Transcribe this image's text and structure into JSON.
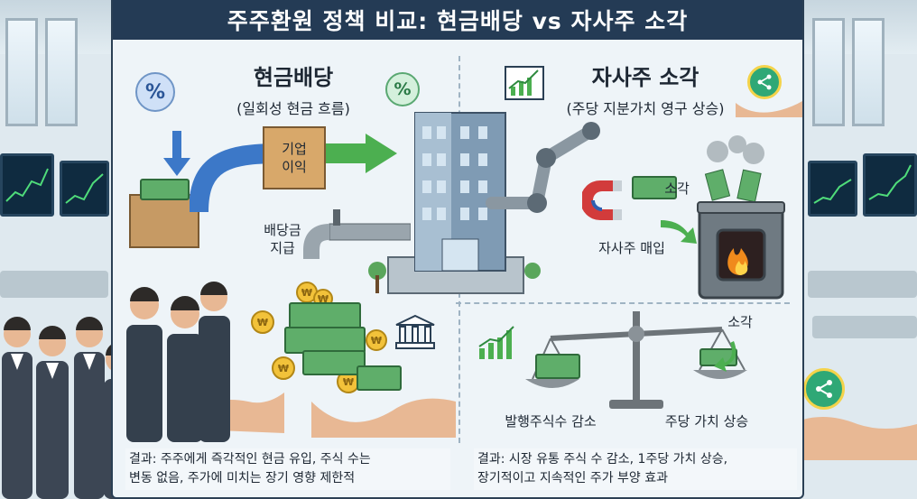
{
  "title": "주주환원 정책 비교: 현금배당 vs 자사주 소각",
  "left": {
    "heading": "현금배당",
    "subheading": "(일회성 현금 흐름)",
    "profit_label_line1": "기업",
    "profit_label_line2": "이익",
    "dividend_label_line1": "배당금",
    "dividend_label_line2": "지급",
    "result_line1": "결과: 주주에게 즉각적인 현금 유입, 주식 수는",
    "result_line2": "변동 없음, 주가에 미치는 장기 영향 제한적"
  },
  "right": {
    "heading": "자사주 소각",
    "subheading": "(주당 지분가치 영구 상승)",
    "burn_label": "소각",
    "buyback_label": "자사주 매입",
    "burn_label_2": "소각",
    "shares_decrease_label": "발행주식수 감소",
    "value_up_label": "주당 가치 상승",
    "result_line1": "결과: 시장 유통 주식 수 감소, 1주당 가치 상승,",
    "result_line2": "장기적이고 지속적인 주가 부양 효과"
  },
  "icons": {
    "percent_symbol": "%",
    "coin_symbol": "₩",
    "share_symbol": "⋖"
  },
  "colors": {
    "title_bg": "#243b55",
    "arrow_blue": "#3c78c8",
    "arrow_green": "#4caf50",
    "money_green": "#5fae6a",
    "coin_gold": "#f2c23a",
    "fire": "#f08a1c"
  }
}
